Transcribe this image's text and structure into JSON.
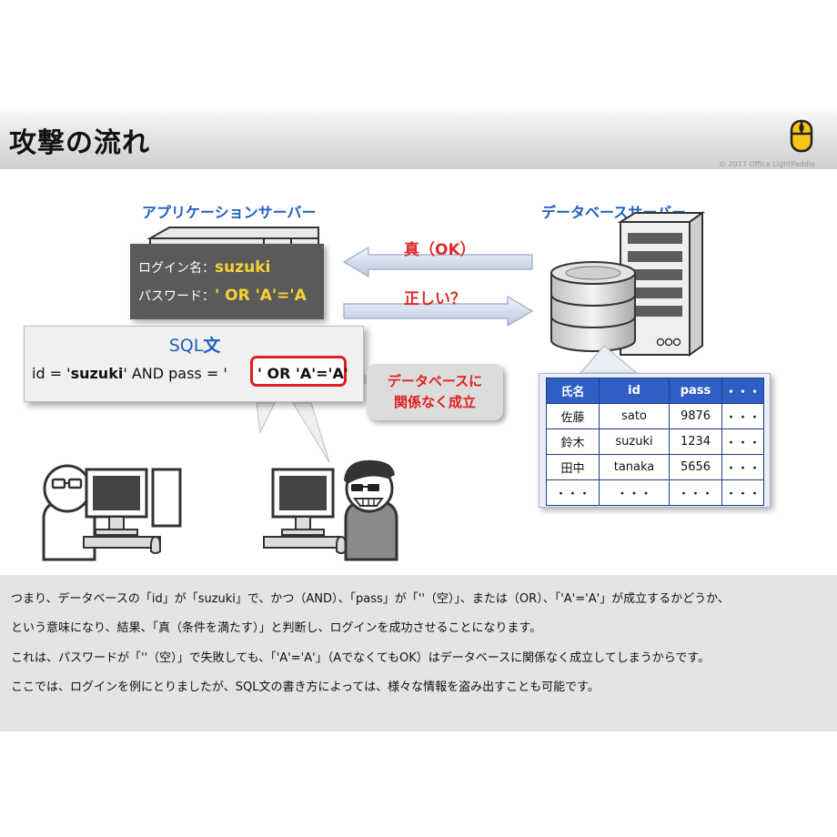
{
  "header": {
    "title": "攻撃の流れ",
    "copyright": "© 2017 Office LightPaddle",
    "logo_icon": "mouse-icon"
  },
  "colors": {
    "accent_blue": "#2060c0",
    "alert_red": "#e02020",
    "highlight_yellow": "#f5d238",
    "table_header": "#2f5fc4"
  },
  "diagram": {
    "app_server_label": "アプリケーションサーバー",
    "db_server_label": "データベースサーバー",
    "login_form": {
      "username_label": "ログイン名：",
      "username_value": "suzuki",
      "password_label": "パスワード：",
      "password_value": "' OR 'A'='A"
    },
    "sql_box": {
      "heading_prefix": "SQL",
      "heading_suffix": "文",
      "id_part": "id = '",
      "id_value": "suzuki",
      "and_part": "' AND pass = '",
      "pass_value": "' OR 'A'='A'"
    },
    "arrow_response_label": "真（OK）",
    "arrow_query_label": "正しい？",
    "callout": {
      "line1": "データベースに",
      "line2": "関係なく成立"
    },
    "table": {
      "headers": [
        "氏名",
        "id",
        "pass",
        "・・・"
      ],
      "rows": [
        [
          "佐藤",
          "sato",
          "9876",
          "・・・"
        ],
        [
          "鈴木",
          "suzuki",
          "1234",
          "・・・"
        ],
        [
          "田中",
          "tanaka",
          "5656",
          "・・・"
        ],
        [
          "・・・",
          "・・・",
          "・・・",
          "・・・"
        ]
      ]
    },
    "icons": [
      "server-icon",
      "database-icon",
      "user-icon",
      "attacker-icon",
      "computer-icon"
    ]
  },
  "description": {
    "line1": "つまり、データベースの「id」が「suzuki」で、かつ（AND）、「pass」が「''（空）」、または（OR）、「'A'='A'」が成立するかどうか、",
    "line2": "という意味になり、結果、「真（条件を満たす）」と判断し、ログインを成功させることになります。",
    "line3": "これは、パスワードが「''（空）」で失敗しても、「'A'='A'」（AでなくてもOK）はデータベースに関係なく成立してしまうからです。",
    "line4": "ここでは、ログインを例にとりましたが、SQL文の書き方によっては、様々な情報を盗み出すことも可能です。"
  }
}
